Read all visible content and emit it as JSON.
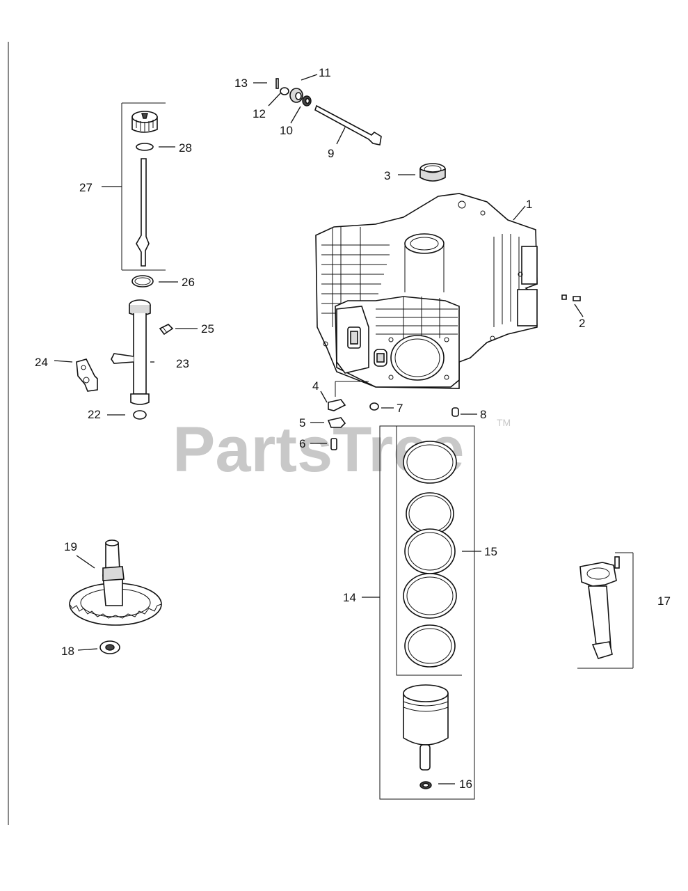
{
  "watermark": {
    "text": "PartsTree",
    "trademark": "TM"
  },
  "callouts": {
    "c1": "1",
    "c2": "2",
    "c3": "3",
    "c4": "4",
    "c5": "5",
    "c6": "6",
    "c7": "7",
    "c8": "8",
    "c9": "9",
    "c10": "10",
    "c11": "11",
    "c12": "12",
    "c13": "13",
    "c14": "14",
    "c15": "15",
    "c16": "16",
    "c17": "17",
    "c18": "18",
    "c19": "19",
    "c22": "22",
    "c23": "23",
    "c24": "24",
    "c25": "25",
    "c26": "26",
    "c27": "27",
    "c28": "28"
  },
  "colors": {
    "line": "#111111",
    "watermark": "#c8c8c8",
    "background": "#ffffff"
  }
}
